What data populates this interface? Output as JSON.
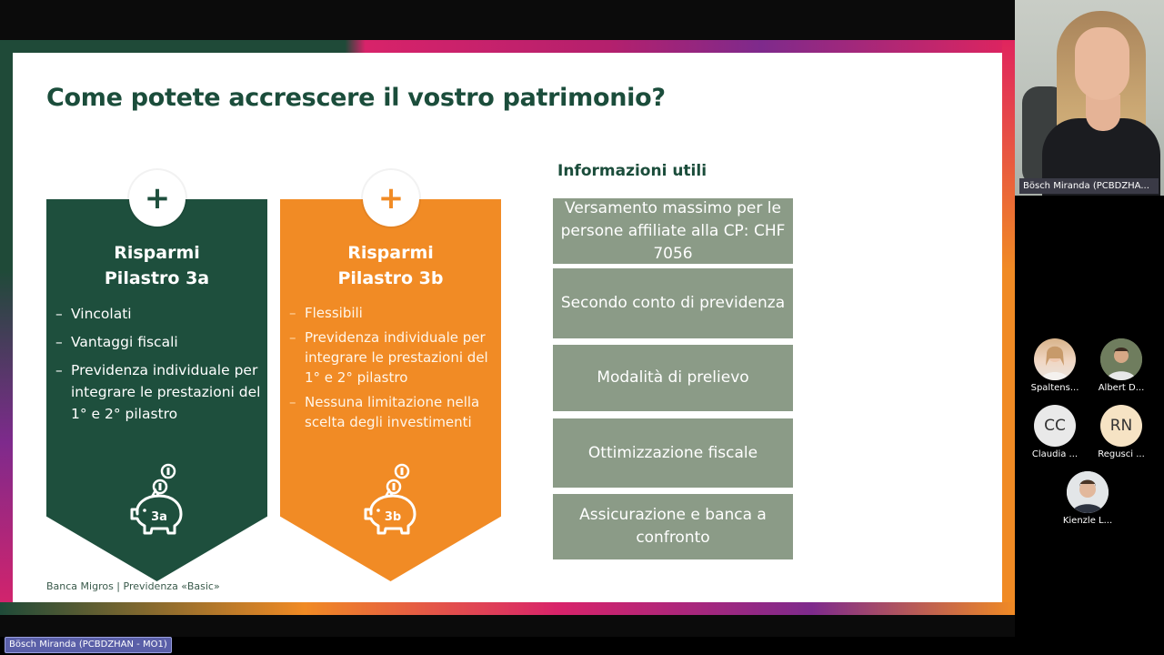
{
  "slide": {
    "title": "Come potete accrescere il vostro patrimonio?",
    "footer": "Banca Migros | Previdenza «Basic»",
    "pillars": [
      {
        "plus": "+",
        "title_line1": "Risparmi",
        "title_line2": "Pilastro 3a",
        "bullets": [
          "Vincolati",
          "Vantaggi fiscali",
          "Previdenza individuale per integrare le prestazioni del 1° e 2° pilastro"
        ],
        "badge": "3a",
        "color": "#1e4f3d"
      },
      {
        "plus": "+",
        "title_line1": "Risparmi",
        "title_line2": "Pilastro 3b",
        "bullets": [
          "Flessibili",
          "Previdenza individuale per integrare le prestazioni del 1° e 2° pilastro",
          "Nessuna limitazione nella scelta degli investimenti"
        ],
        "badge": "3b",
        "color": "#f18b25"
      }
    ],
    "info": {
      "title": "Informazioni utili",
      "items": [
        "Versamento massimo per le persone affiliate alla CP: CHF 7056",
        "Secondo conto di previdenza",
        "Modalità di prelievo",
        "Ottimizzazione fiscale",
        "Assicurazione e banca a confronto"
      ],
      "box_color": "#8b9b87"
    }
  },
  "meeting": {
    "presenter_tile_name": "Bösch Miranda (PCBDZHA...",
    "participants": [
      {
        "name": "Spaltens...",
        "initials": ""
      },
      {
        "name": "Albert D...",
        "initials": ""
      },
      {
        "name": "Claudia ...",
        "initials": "CC"
      },
      {
        "name": "Regusci ...",
        "initials": "RN"
      },
      {
        "name": "Kienzle L...",
        "initials": ""
      }
    ],
    "speaker_label": "Bösch Miranda (PCBDZHAN - MO1)"
  }
}
